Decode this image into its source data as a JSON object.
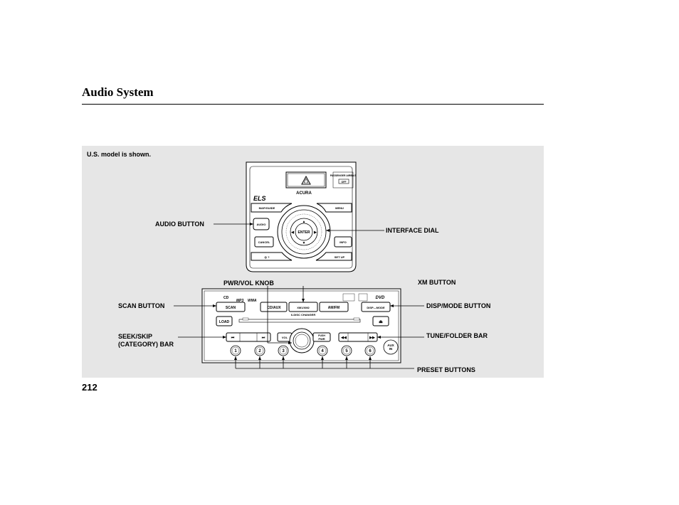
{
  "header": {
    "title": "Audio System"
  },
  "page": {
    "number": "212",
    "note": "U.S. model is shown."
  },
  "callouts": {
    "audio_button": "AUDIO BUTTON",
    "interface_dial": "INTERFACE DIAL",
    "pwr_vol_knob": "PWR/VOL KNOB",
    "xm_button": "XM BUTTON",
    "scan_button": "SCAN BUTTON",
    "disp_mode_button": "DISP/MODE BUTTON",
    "seek_skip_bar": "SEEK/SKIP\n(CATEGORY) BAR",
    "tune_folder_bar": "TUNE/FOLDER BAR",
    "preset_buttons": "PRESET BUTTONS"
  },
  "upper_unit": {
    "brand": "ACURA",
    "map_guide": "MAP/GUIDE",
    "menu": "MENU",
    "audio": "AUDIO",
    "enter": "ENTER",
    "cancel": "CANCEL",
    "info": "INFO",
    "set_up": "SET UP",
    "passenger_airbag": "PASSENGER AIRBAG",
    "off": "OFF"
  },
  "lower_unit": {
    "scan": "SCAN",
    "cd_aux": "CD/AUX",
    "xm": "XM1/XM2",
    "am_fm": "AM/FM",
    "disp_mode": "DISP—MODE",
    "load": "LOAD",
    "changer": "6-DISC CHANGER",
    "vol": "VOL",
    "push_pwr": "PUSH\nPWR",
    "aux_in": "AUX\nIN",
    "presets": [
      "1",
      "2",
      "3",
      "4",
      "5",
      "6"
    ],
    "mp3": "MP3",
    "wma": "WMA",
    "dvd": "DVD"
  }
}
